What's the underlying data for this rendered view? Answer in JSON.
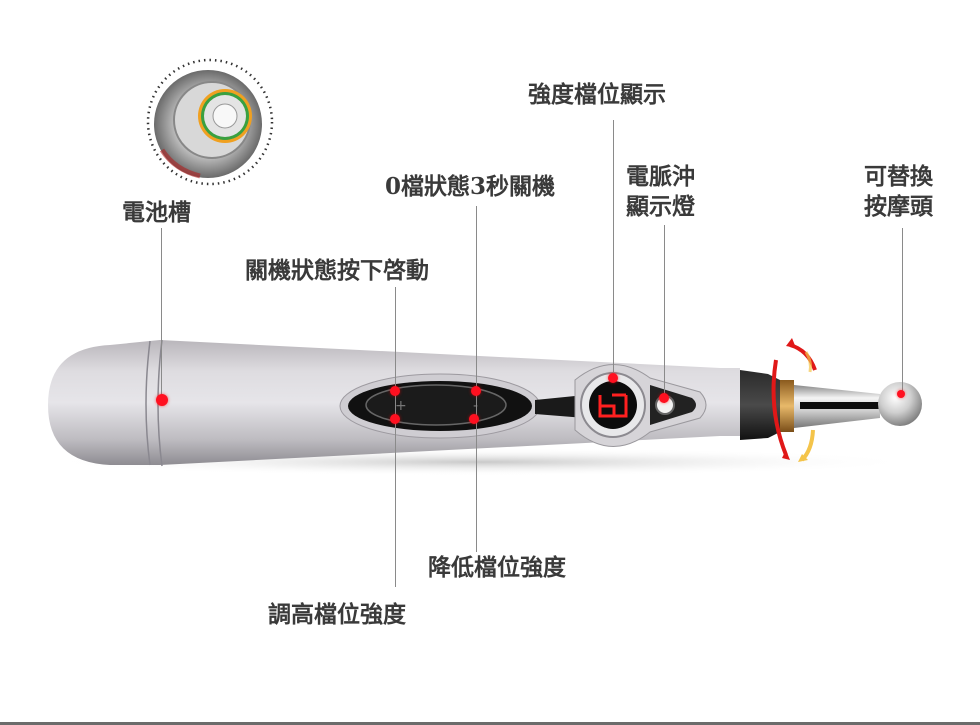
{
  "diagram": {
    "subject": "electronic acupuncture massage pen",
    "display_digit": "6",
    "colors": {
      "callout_dot": "#ff1020",
      "label_text": "#3a3a3a",
      "leader_line": "#8a8a8a",
      "body_silver": "#c9c7cc",
      "display_red": "#ff2020",
      "arrow_red": "#e01818",
      "arrow_yellow": "#f4c44a"
    }
  },
  "labels": {
    "battery_slot": "電池槽",
    "off_press_start": "關機狀態按下啓動",
    "zero_level_off": "0檔狀態3秒關機",
    "intensity_display": "強度檔位顯示",
    "pulse_light": [
      "電脈沖",
      "顯示燈"
    ],
    "replaceable_head": [
      "可替換",
      "按摩頭"
    ],
    "decrease_intensity": "降低檔位強度",
    "increase_intensity": "調高檔位強度"
  }
}
